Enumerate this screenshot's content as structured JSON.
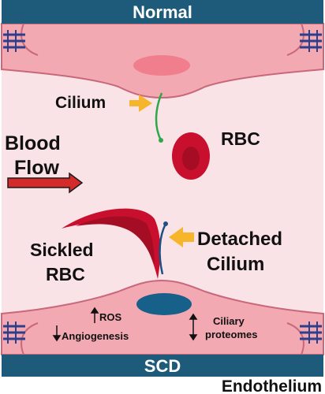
{
  "banner_top": "Normal",
  "banner_bottom": "SCD",
  "footer": "Endothelium",
  "labels": {
    "cilium": "Cilium",
    "rbc": "RBC",
    "blood": "Blood",
    "flow": "Flow",
    "sickled": "Sickled",
    "sickled_rbc": "RBC",
    "detached": "Detached",
    "detached_cilium": "Cilium"
  },
  "effects": {
    "ros": "ROS",
    "angiogenesis": "Angiogenesis",
    "ciliary": "Ciliary",
    "proteomes": "proteomes"
  },
  "colors": {
    "banner": "#1e5a79",
    "lumen": "#fae3e6",
    "endothelium": "#f3a9b1",
    "endothelium_border": "#c8687a",
    "nucleus_top": "#f07e8c",
    "nucleus_bottom": "#16608a",
    "rbc": "#c8102e",
    "cilium": "#2aa84a",
    "detached_cilium": "#1c4f86",
    "pointer": "#f7b52c",
    "flow_arrow": "#d42a2a",
    "junction": "#2d3f8a"
  }
}
